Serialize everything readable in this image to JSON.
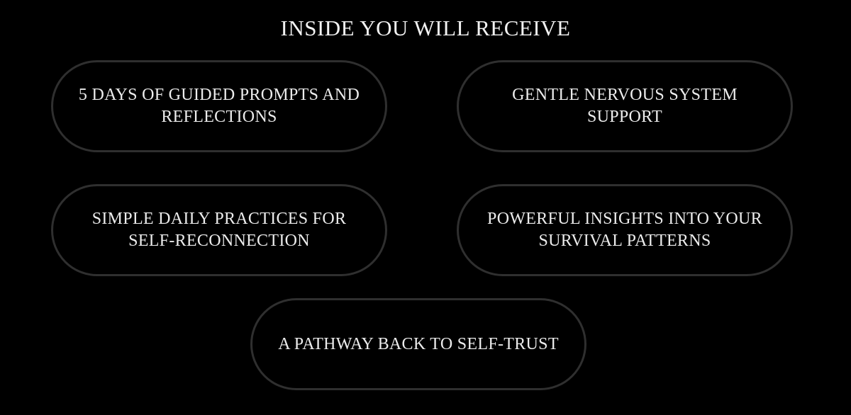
{
  "heading": "INSIDE YOU WILL RECEIVE",
  "items": [
    "5 DAYS OF GUIDED PROMPTS AND REFLECTIONS",
    "GENTLE NERVOUS SYSTEM SUPPORT",
    "SIMPLE DAILY PRACTICES FOR SELF-RECONNECTION",
    "POWERFUL INSIGHTS INTO YOUR SURVIVAL PATTERNS",
    "A PATHWAY BACK TO SELF-TRUST"
  ],
  "colors": {
    "background": "#000000",
    "text": "#ececec",
    "pill_border": "#2f2f2f"
  }
}
